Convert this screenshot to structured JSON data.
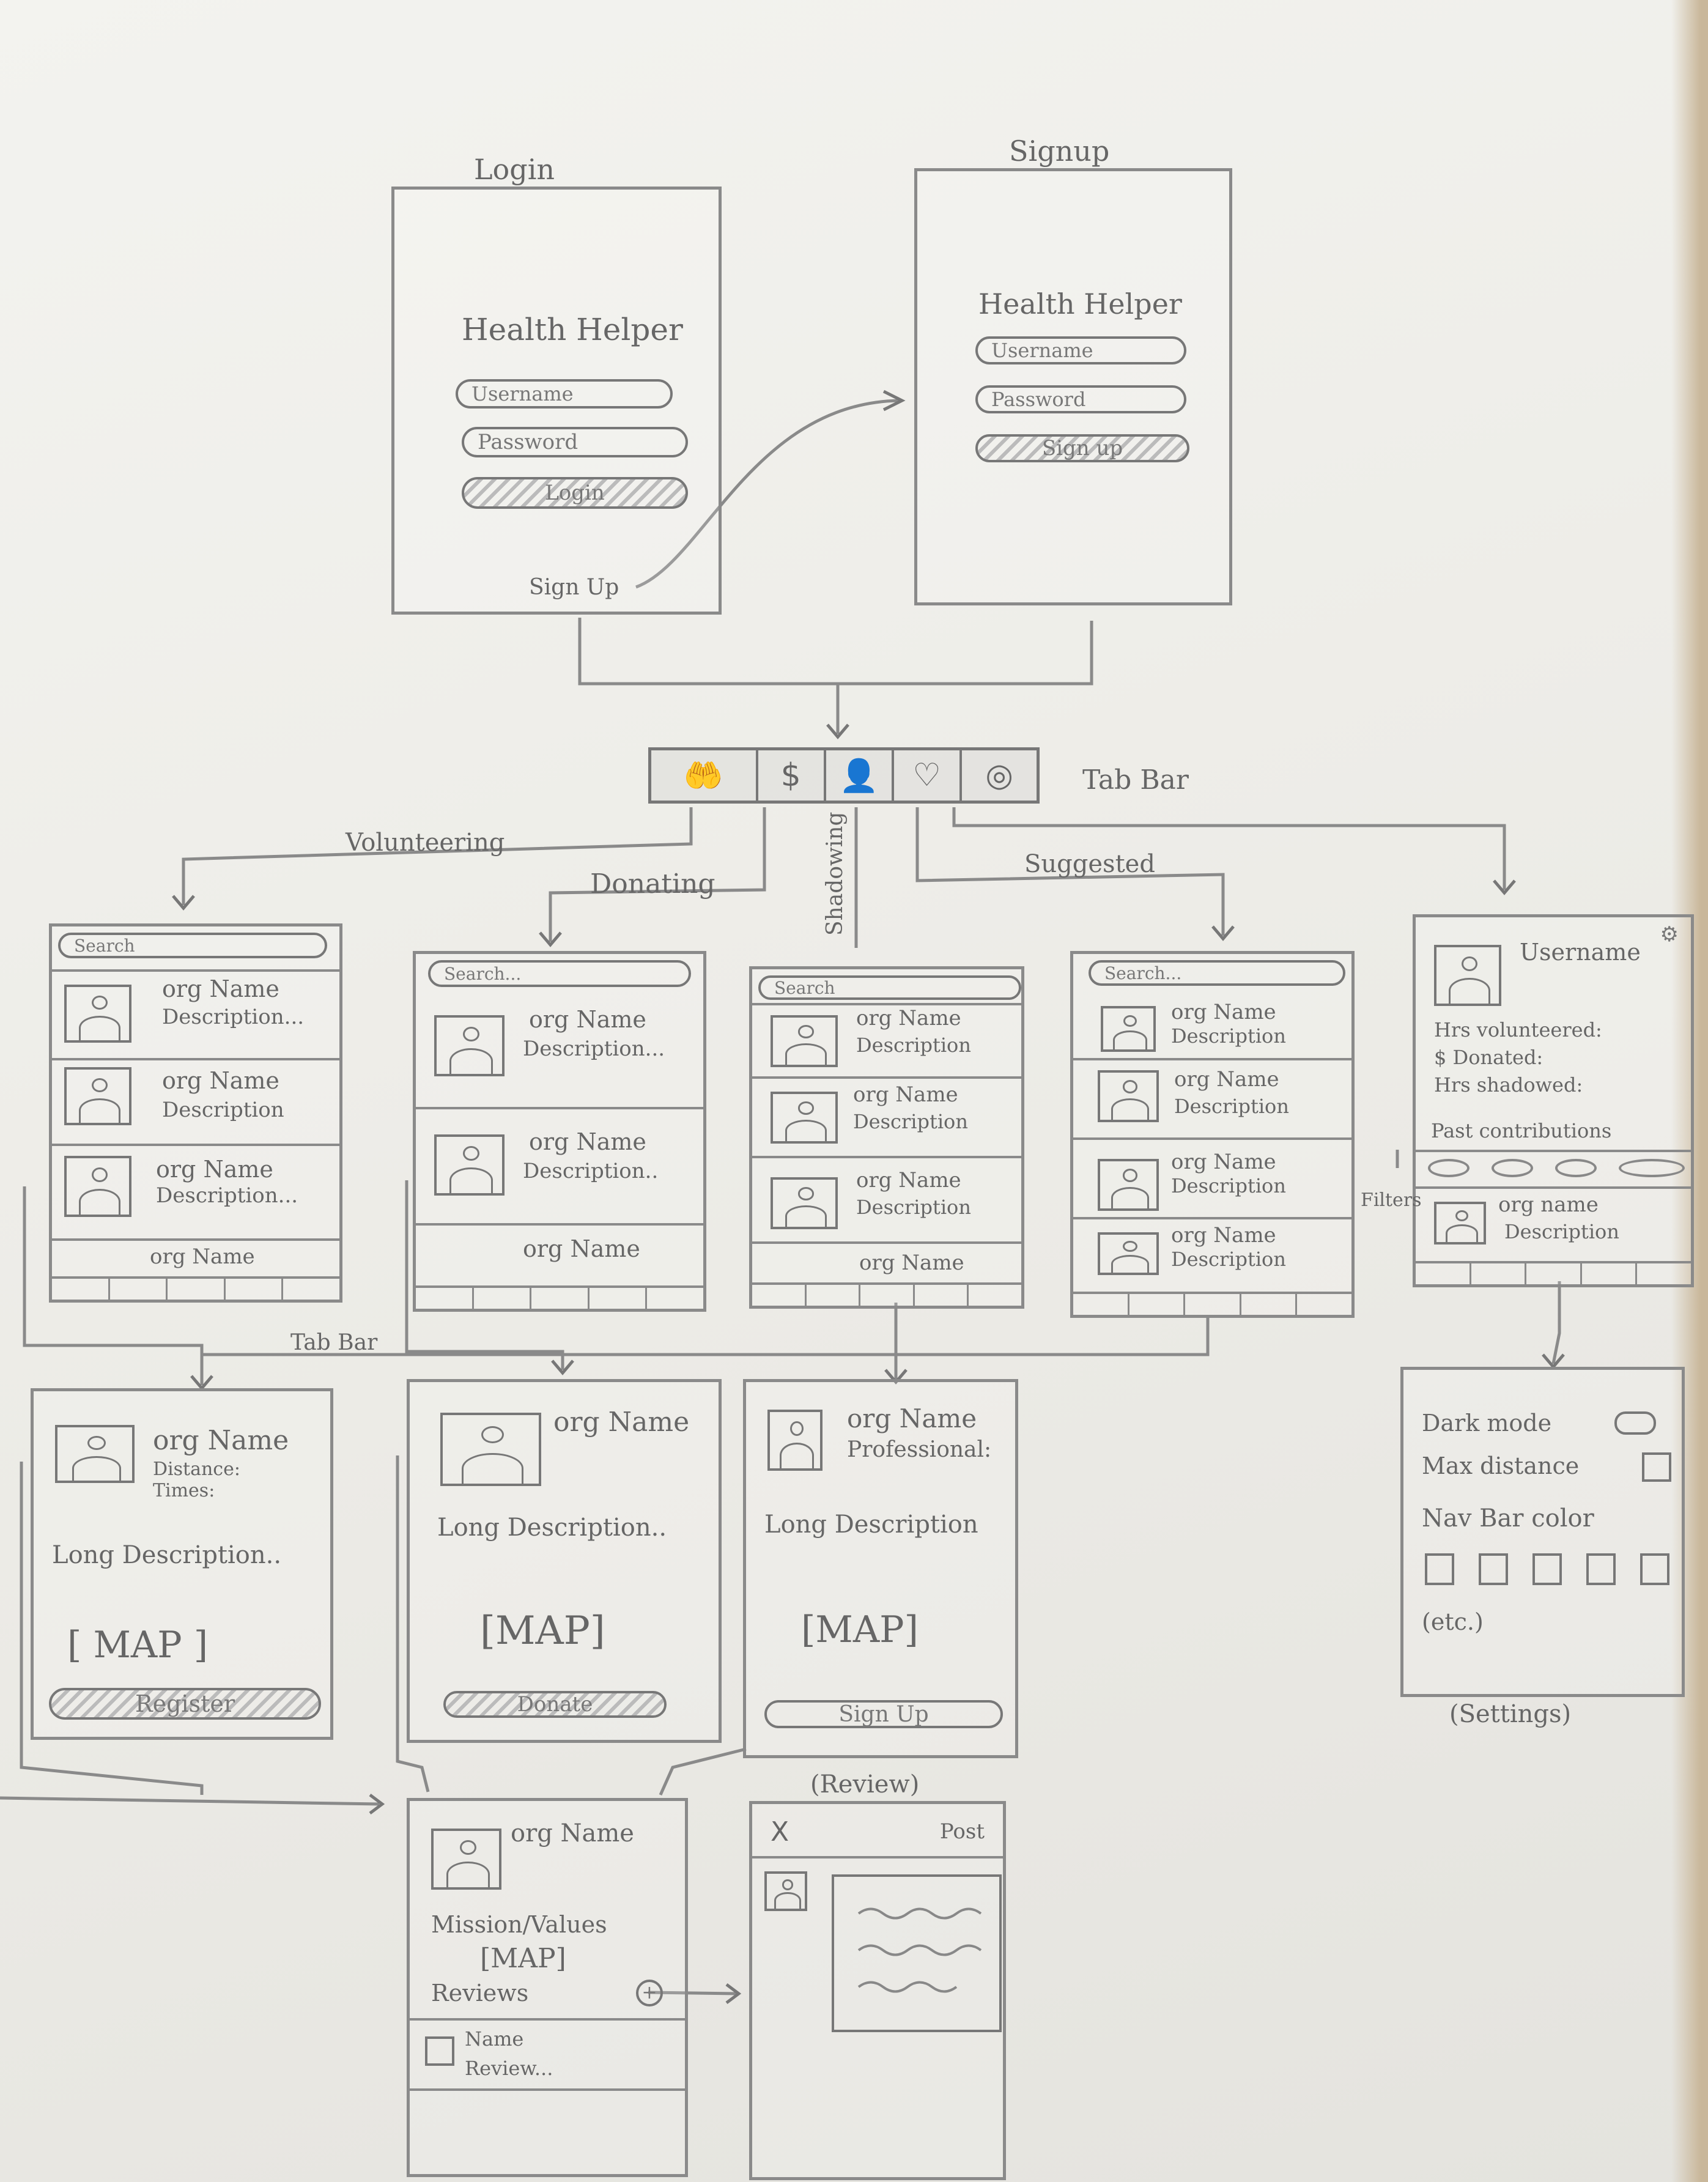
{
  "login": {
    "title": "Login",
    "app_name": "Health Helper",
    "username": "Username",
    "password": "Password",
    "button": "Login",
    "signup_link": "Sign Up"
  },
  "signup": {
    "title": "Signup",
    "app_name": "Health Helper",
    "username": "Username",
    "password": "Password",
    "button": "Sign up"
  },
  "tab_bar": {
    "label": "Tab Bar",
    "icons": [
      "hand-heart-icon",
      "dollar-icon",
      "shadow-person-icon",
      "heart-icon",
      "profile-icon"
    ],
    "label_small": "Tab Bar"
  },
  "flow_labels": {
    "volunteering": "Volunteering",
    "donating": "Donating",
    "shadowing": "Shadowing",
    "suggested": "Suggested",
    "filters": "Filters"
  },
  "lists": {
    "search": "Search",
    "search_dots": "Search...",
    "org_name": "org Name",
    "org_name_lower": "org name",
    "description": "Description",
    "description_dots": "Description...",
    "description_dots2": "Description.."
  },
  "profile": {
    "username": "Username",
    "hrs_volunteered": "Hrs volunteered:",
    "donated": "$ Donated:",
    "hrs_shadowed": "Hrs shadowed:",
    "past_contributions": "Past contributions",
    "org_name": "org name",
    "description": "Description"
  },
  "detail_volunteer": {
    "org_name": "org Name",
    "distance": "Distance:",
    "times": "Times:",
    "long_description": "Long Description..",
    "map": "[ MAP ]",
    "button": "Register"
  },
  "detail_donate": {
    "org_name": "org Name",
    "long_description": "Long Description..",
    "map": "[MAP]",
    "button": "Donate"
  },
  "detail_shadow": {
    "org_name": "org Name",
    "professional": "Professional:",
    "long_description": "Long Description",
    "map": "[MAP]",
    "button": "Sign Up"
  },
  "settings": {
    "dark_mode": "Dark mode",
    "max_distance": "Max distance",
    "nav_bar_color": "Nav Bar color",
    "etc": "(etc.)",
    "caption": "(Settings)"
  },
  "org_page": {
    "org_name": "org Name",
    "mission": "Mission/Values",
    "map": "[MAP]",
    "reviews": "Reviews",
    "reviewer_name": "Name",
    "review": "Review..."
  },
  "review": {
    "caption": "(Review)",
    "close": "X",
    "post": "Post"
  }
}
